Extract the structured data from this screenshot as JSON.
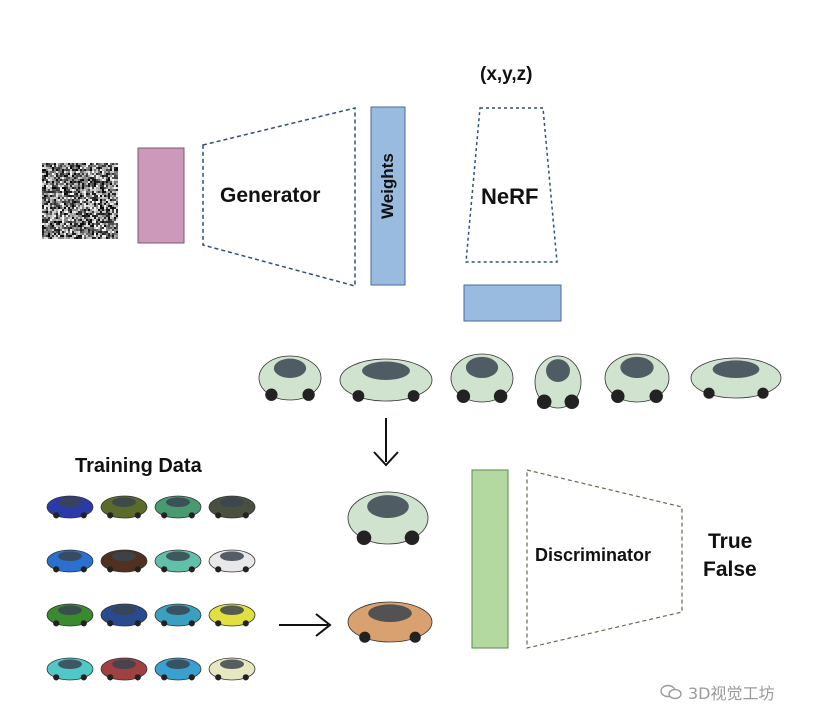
{
  "labels": {
    "generator": "Generator",
    "weights": "Weights",
    "coords": "(x,y,z)",
    "nerf": "NeRF",
    "training_data": "Training Data",
    "discriminator": "Discriminator",
    "true": "True",
    "false": "False"
  },
  "watermark": "3D视觉工坊",
  "colors": {
    "latent_block": "#cc99bb",
    "weights_block": "#99bbe0",
    "nerf_output_block": "#99bbe0",
    "discriminator_block": "#b3d9a0",
    "generated_car": "#cfe3cf",
    "real_car": "#d9a070",
    "dashed_line": "#2f4f7f"
  },
  "training_cars": [
    "#2a3aa8",
    "#5a6b2a",
    "#4a9a70",
    "#4a5040",
    "#2a70d0",
    "#503020",
    "#60c0a8",
    "#e8e8e8",
    "#3a8a30",
    "#2a4a90",
    "#3aa0c0",
    "#e0e040",
    "#50c8c8",
    "#a04040",
    "#3aa0d0",
    "#e8e8c0"
  ]
}
